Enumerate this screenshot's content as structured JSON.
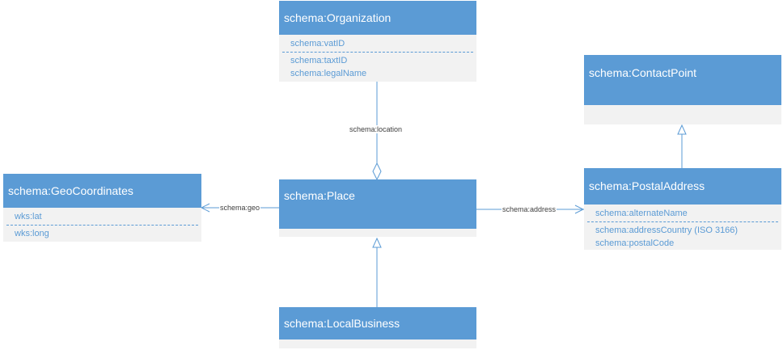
{
  "classes": {
    "organization": {
      "title": "schema:Organization",
      "attrs_primary": [
        "schema:vatID"
      ],
      "attrs_secondary": [
        "schema:taxtID",
        "schema:legalName"
      ]
    },
    "contact_point": {
      "title": "schema:ContactPoint"
    },
    "geo_coordinates": {
      "title": "schema:GeoCoordinates",
      "attrs_primary": [
        "wks:lat"
      ],
      "attrs_secondary": [
        "wks:long"
      ]
    },
    "place": {
      "title": "schema:Place"
    },
    "postal_address": {
      "title": "schema:PostalAddress",
      "attrs_primary": [
        "schema:alternateName"
      ],
      "attrs_secondary": [
        "schema:addressCountry (ISO 3166)",
        "schema:postalCode"
      ]
    },
    "local_business": {
      "title": "schema:LocalBusiness"
    }
  },
  "edges": {
    "location": "schema:location",
    "geo": "schema:geo",
    "address": "schema:address"
  },
  "colors": {
    "header": "#5b9bd5",
    "body": "#f2f2f2",
    "line": "#5b9bd5"
  }
}
